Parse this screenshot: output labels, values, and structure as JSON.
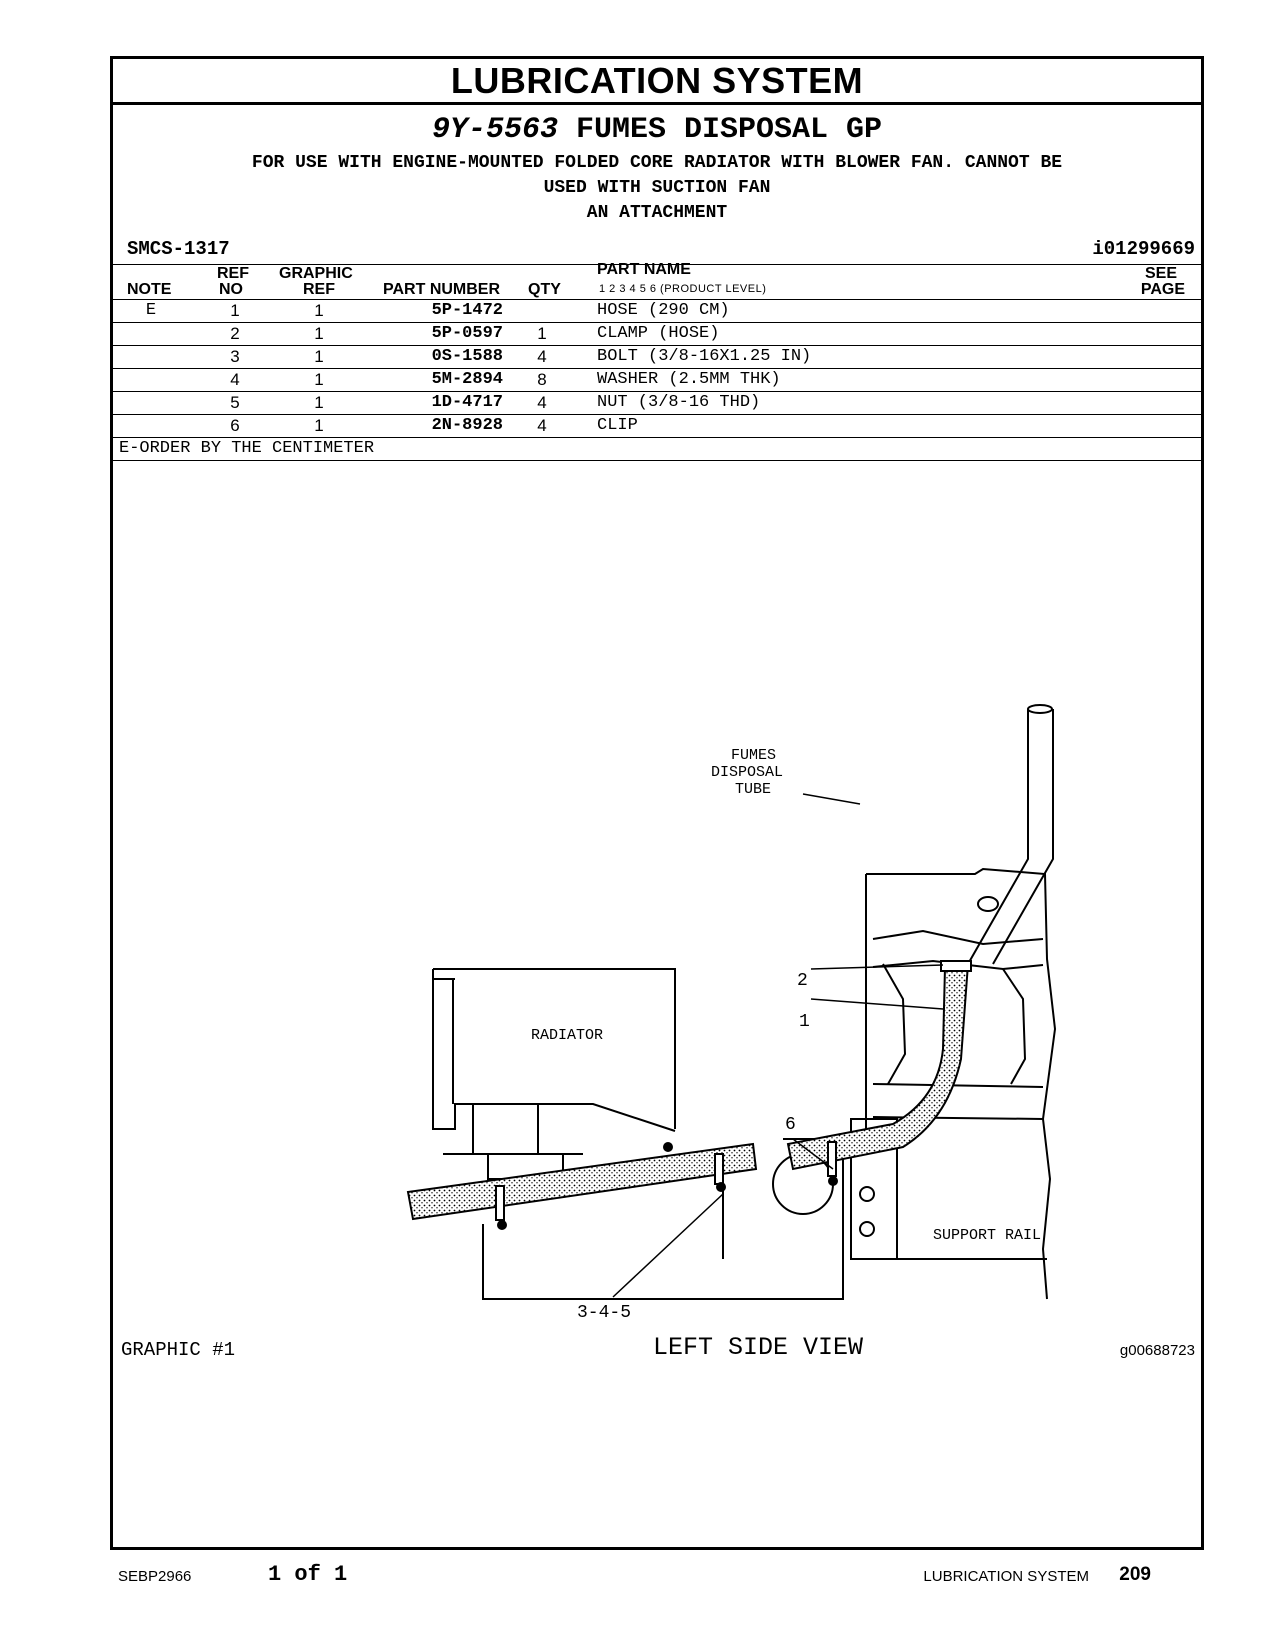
{
  "header": {
    "section_title": "LUBRICATION SYSTEM",
    "group_part_number": "9Y-5563",
    "group_name": "FUMES DISPOSAL GP",
    "description_lines": [
      "FOR USE WITH ENGINE-MOUNTED FOLDED CORE RADIATOR WITH BLOWER FAN. CANNOT BE",
      "USED WITH SUCTION FAN",
      "AN ATTACHMENT"
    ],
    "smcs": "SMCS-1317",
    "doc_id": "i01299669"
  },
  "table": {
    "headers": {
      "note": "NOTE",
      "ref_top": "REF",
      "ref_bottom": "NO",
      "graphic_top": "GRAPHIC",
      "graphic_bottom": "REF",
      "part_number": "PART NUMBER",
      "qty": "QTY",
      "part_name": "PART NAME",
      "product_level": "1   2   3   4   5   6   (PRODUCT LEVEL)",
      "see_top": "SEE",
      "see_bottom": "PAGE"
    },
    "rows": [
      {
        "note": "E",
        "ref": "1",
        "graphic_ref": "1",
        "part_number": "5P-1472",
        "qty": "",
        "part_name": "HOSE (290 CM)"
      },
      {
        "note": "",
        "ref": "2",
        "graphic_ref": "1",
        "part_number": "5P-0597",
        "qty": "1",
        "part_name": "CLAMP (HOSE)"
      },
      {
        "note": "",
        "ref": "3",
        "graphic_ref": "1",
        "part_number": "0S-1588",
        "qty": "4",
        "part_name": "BOLT (3/8-16X1.25 IN)"
      },
      {
        "note": "",
        "ref": "4",
        "graphic_ref": "1",
        "part_number": "5M-2894",
        "qty": "8",
        "part_name": "WASHER (2.5MM THK)"
      },
      {
        "note": "",
        "ref": "5",
        "graphic_ref": "1",
        "part_number": "1D-4717",
        "qty": "4",
        "part_name": "NUT (3/8-16 THD)"
      },
      {
        "note": "",
        "ref": "6",
        "graphic_ref": "1",
        "part_number": "2N-8928",
        "qty": "4",
        "part_name": "CLIP"
      }
    ],
    "footnote": "E-ORDER BY THE CENTIMETER"
  },
  "graphic": {
    "labels": {
      "fumes_line1": "FUMES",
      "fumes_line2": "DISPOSAL",
      "fumes_line3": "TUBE",
      "radiator": "RADIATOR",
      "support_rail": "SUPPORT RAIL",
      "callout_2": "2",
      "callout_1": "1",
      "callout_6": "6",
      "callout_345": "3-4-5",
      "view": "LEFT SIDE VIEW"
    },
    "caption": "GRAPHIC #1",
    "graphic_id": "g00688723"
  },
  "footer": {
    "publication": "SEBP2966",
    "page_of": "1 of 1",
    "section": "LUBRICATION SYSTEM",
    "page_number": "209"
  }
}
